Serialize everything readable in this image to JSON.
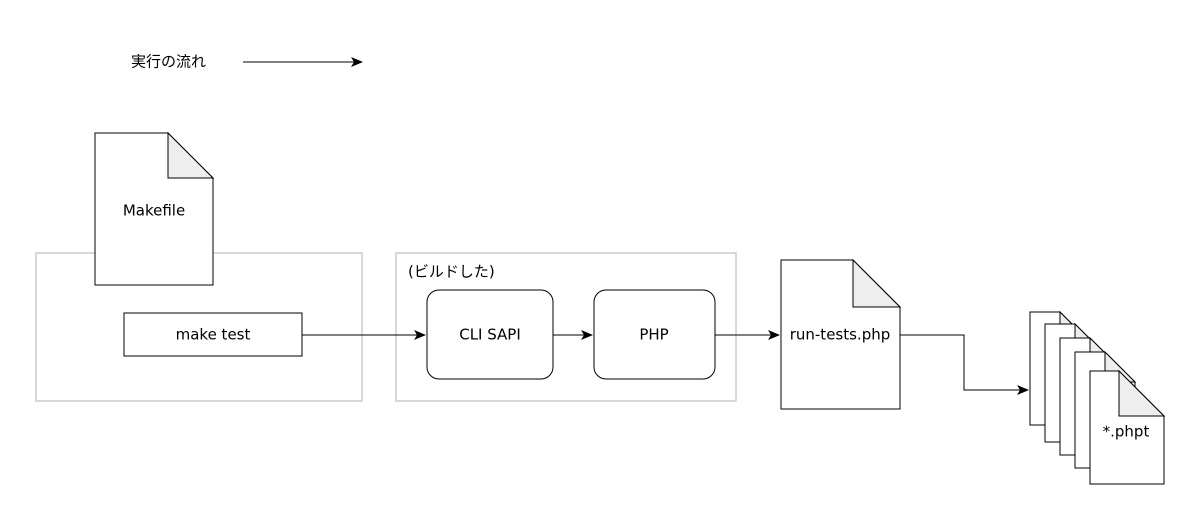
{
  "legend": {
    "label": "実行の流れ"
  },
  "nodes": {
    "makefile": "Makefile",
    "make_test": "make test",
    "built_note": "(ビルドした)",
    "cli_sapi": "CLI SAPI",
    "php": "PHP",
    "run_tests": "run-tests.php",
    "phpt": "*.phpt"
  },
  "colors": {
    "group_border": "#cccccc",
    "fold_fill": "#eeeeee",
    "stroke": "#000000"
  }
}
